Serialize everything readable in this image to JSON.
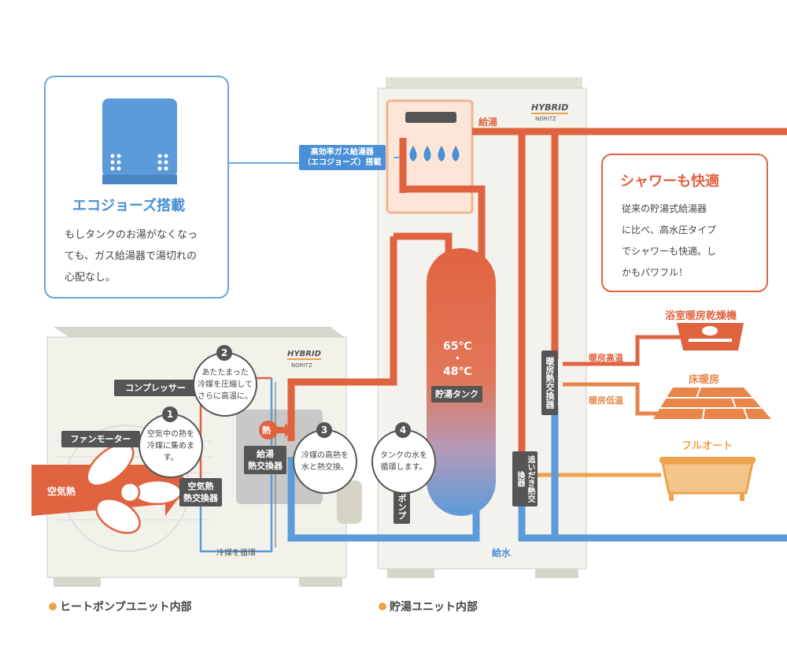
{
  "colors": {
    "hot": "#e06340",
    "cold": "#5b9bd9",
    "accent_blue": "#4a90d6",
    "bath": "#eea24a",
    "floor": "#e8854a",
    "label_dark": "#555555"
  },
  "eco_callout": {
    "title": "エコジョーズ搭載",
    "body": [
      "もしタンクのお湯がなくなっ",
      "ても、ガス給湯器で湯切れの",
      "心配なし。"
    ],
    "icon": "gas-water-heater-icon"
  },
  "gas_heater_label": [
    "高効率ガス給湯器",
    "（エコジョーズ）搭載"
  ],
  "shower_callout": {
    "title": "シャワーも快適",
    "body": [
      "従来の貯湯式給湯器",
      "に比べ、高水圧タイプ",
      "でシャワーも快適。し",
      "かもパワフル！"
    ]
  },
  "brand": {
    "logo": "HYBRID",
    "maker": "NORITZ"
  },
  "pipes": {
    "supply_hot": "給湯",
    "supply_cold": "給水",
    "heating_high": "暖房高温",
    "heating_low": "暖房低温"
  },
  "appliances": {
    "bathroom_dryer": "浴室暖房乾燥機",
    "floor_heating": "床暖房",
    "full_auto": "フルオート"
  },
  "tank": {
    "temp_high": "65℃",
    "dot": "・",
    "temp_low": "48℃",
    "label": "貯湯タンク"
  },
  "components": {
    "compressor": "コンプレッサー",
    "fan_motor": "ファンモーター",
    "air_heat": "空気熱",
    "air_hx": [
      "空気熱",
      "熱交換器"
    ],
    "water_hx": [
      "給湯",
      "熱交換器"
    ],
    "heat_badge": "熱",
    "refrigerant_loop": "冷媒を循環",
    "pump": "循環ポンプ",
    "heating_hx": "暖房熱交換器",
    "reheat_hx": "追いだき熱交換器"
  },
  "steps": [
    {
      "num": "1",
      "text": "空気中の熱を\n冷媒に集めます。"
    },
    {
      "num": "2",
      "text": "あたたまった\n冷媒を圧縮して\nさらに高温に。"
    },
    {
      "num": "3",
      "text": "冷媒の高熱を\n水と熱交換。"
    },
    {
      "num": "4",
      "text": "タンクの水を\n循環します。"
    }
  ],
  "captions": {
    "heat_pump": "ヒートポンプユニット内部",
    "storage": "貯湯ユニット内部"
  }
}
